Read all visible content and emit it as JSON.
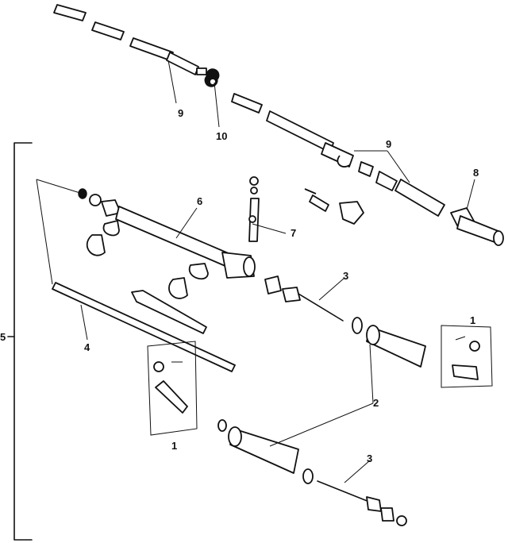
{
  "diagram": {
    "callouts": [
      {
        "id": "c1a",
        "text": "1"
      },
      {
        "id": "c1b",
        "text": "1"
      },
      {
        "id": "c2",
        "text": "2"
      },
      {
        "id": "c3a",
        "text": "3"
      },
      {
        "id": "c3b",
        "text": "3"
      },
      {
        "id": "c4",
        "text": "4"
      },
      {
        "id": "c5",
        "text": "5"
      },
      {
        "id": "c6",
        "text": "6"
      },
      {
        "id": "c7",
        "text": "7"
      },
      {
        "id": "c8",
        "text": "8"
      },
      {
        "id": "c9a",
        "text": "9"
      },
      {
        "id": "c9b",
        "text": "9"
      },
      {
        "id": "c10",
        "text": "10"
      }
    ]
  }
}
